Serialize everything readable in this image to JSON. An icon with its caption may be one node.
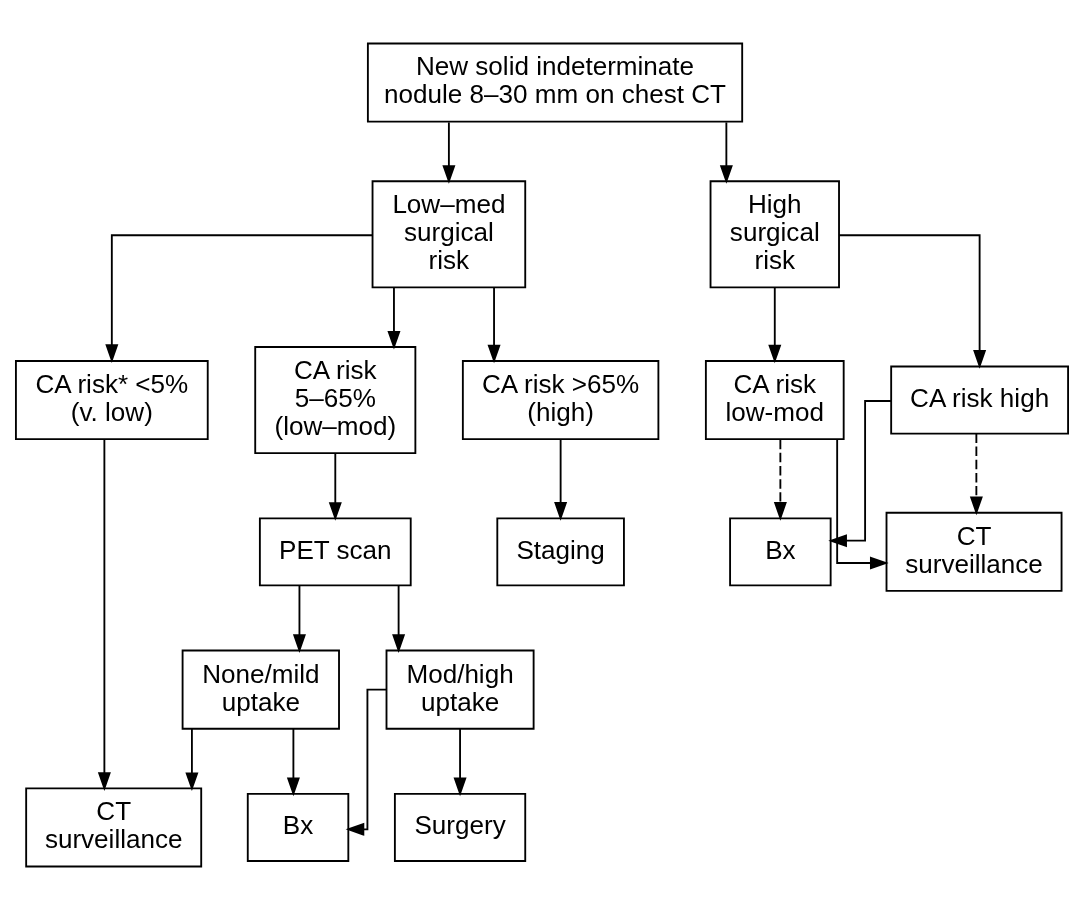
{
  "diagram": {
    "nodes": [
      {
        "text": [
          "New solid indeterminate nodule 8–30 mm on chest CT"
        ]
      },
      {
        "text": [
          "Low–med surgical risk"
        ]
      },
      {
        "text": [
          "High surgical risk"
        ]
      },
      {
        "text": [
          "CA risk* <5% (v. low)"
        ]
      },
      {
        "text": [
          "CA risk 5–65% (low–mod)"
        ]
      },
      {
        "text": [
          "CA risk >65% (high)"
        ]
      },
      {
        "text": [
          "CA risk low-mod"
        ]
      },
      {
        "text": [
          "CA risk high"
        ]
      },
      {
        "text": [
          "PET scan"
        ]
      },
      {
        "text": [
          "Staging"
        ]
      },
      {
        "text": [
          "CT surveillance"
        ]
      },
      {
        "text": [
          "Bx"
        ]
      },
      {
        "text": [
          "None/mild uptake"
        ]
      },
      {
        "text": [
          "Mod/high uptake"
        ]
      },
      {
        "text": [
          "CT surveillance"
        ]
      },
      {
        "text": [
          "Bx"
        ]
      },
      {
        "text": [
          "Surgery"
        ]
      }
    ],
    "edges": [
      {
        "from": 0,
        "to": 1,
        "arrow": "to"
      },
      {
        "from": 0,
        "to": 2,
        "arrow": "to"
      },
      {
        "from": 1,
        "to": 3,
        "arrow": "to"
      },
      {
        "from": 1,
        "to": 4,
        "arrow": "to"
      },
      {
        "from": 1,
        "to": 5,
        "arrow": "to"
      },
      {
        "from": 2,
        "to": 6,
        "arrow": "to"
      },
      {
        "from": 2,
        "to": 7,
        "arrow": "to"
      },
      {
        "from": 4,
        "to": 8,
        "arrow": "to"
      },
      {
        "from": 5,
        "to": 9,
        "arrow": "to"
      },
      {
        "from": 6,
        "to": 10,
        "arrow": "to"
      },
      {
        "from": 7,
        "to": 11,
        "arrow": "to"
      },
      {
        "from": 6,
        "to": 11,
        "arrow": "to",
        "style": "dashed"
      },
      {
        "from": 7,
        "to": 10,
        "arrow": "to",
        "style": "dashed"
      },
      {
        "from": 8,
        "to": 12,
        "arrow": "to"
      },
      {
        "from": 8,
        "to": 13,
        "arrow": "to"
      },
      {
        "from": 3,
        "to": 14,
        "arrow": "to"
      },
      {
        "from": 12,
        "to": 14,
        "arrow": "to"
      },
      {
        "from": 12,
        "to": 15,
        "arrow": "to"
      },
      {
        "from": 13,
        "to": 15,
        "arrow": "to"
      },
      {
        "from": 13,
        "to": 16,
        "arrow": "to"
      }
    ]
  }
}
